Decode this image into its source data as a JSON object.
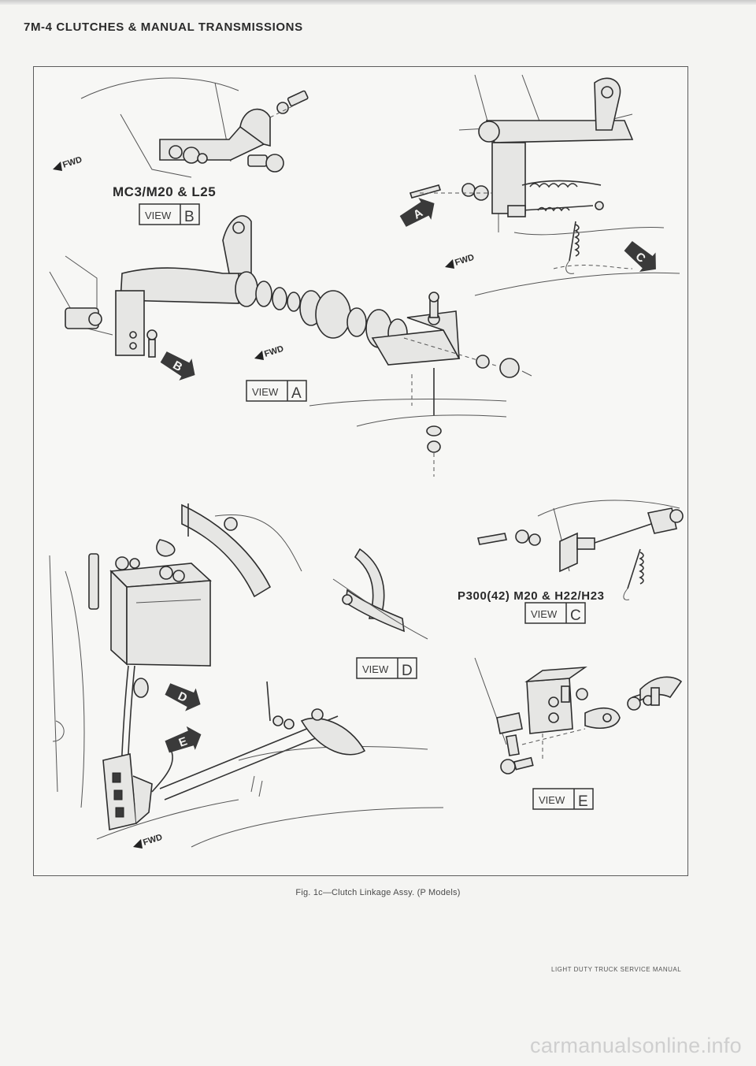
{
  "page": {
    "header": "7M-4 CLUTCHES & MANUAL TRANSMISSIONS",
    "caption": "Fig. 1c—Clutch Linkage Assy. (P Models)",
    "footer": "LIGHT DUTY TRUCK SERVICE MANUAL",
    "watermark": "carmanualsonline.info"
  },
  "figure": {
    "model_labels": {
      "top": "MC3/M20 & L25",
      "right": "P300(42) M20 & H22/H23"
    },
    "view_word": "VIEW",
    "views": {
      "a": "A",
      "b": "B",
      "c": "C",
      "d": "D",
      "e": "E"
    },
    "fwd": "FWD",
    "callouts": {
      "a": "A",
      "b": "B",
      "c": "C",
      "d": "D",
      "e": "E"
    }
  }
}
